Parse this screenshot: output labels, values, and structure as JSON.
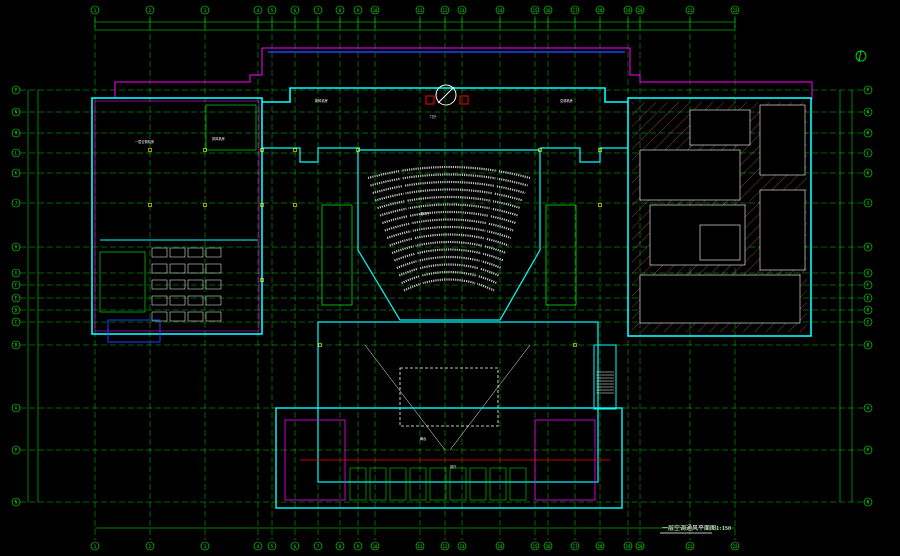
{
  "drawing": {
    "title": "一层空调通风平面图",
    "scale": "1:150",
    "colors": {
      "background": "#000000",
      "grid": "#00ff00",
      "wall_main": "#00ffff",
      "wall_alt": "#ff00ff",
      "duct": "#ffffff",
      "seating": "#bfbfbf",
      "hatch": "#ff8080",
      "equipment": "#0000ff",
      "accent": "#ffff00",
      "mep": "#00ff00",
      "red": "#ff0000"
    },
    "top_axis_labels": [
      "1",
      "2",
      "3",
      "4",
      "5",
      "6",
      "7",
      "8",
      "9",
      "10",
      "11",
      "12",
      "13",
      "14",
      "15",
      "16",
      "17",
      "18",
      "19",
      "20",
      "21",
      "22"
    ],
    "left_axis_labels": [
      "P",
      "N",
      "M",
      "L",
      "K",
      "J",
      "H",
      "G",
      "F",
      "E",
      "D",
      "C",
      "B",
      "A"
    ],
    "right_axis_labels": [
      "P",
      "N",
      "M",
      "L",
      "K",
      "J",
      "H",
      "G",
      "F",
      "E",
      "D",
      "C",
      "B",
      "A"
    ],
    "room_notes": [
      "一层空调机房",
      "排风机房",
      "新风机房",
      "空调机房",
      "舞台",
      "观众厅",
      "门厅",
      "前厅"
    ]
  }
}
